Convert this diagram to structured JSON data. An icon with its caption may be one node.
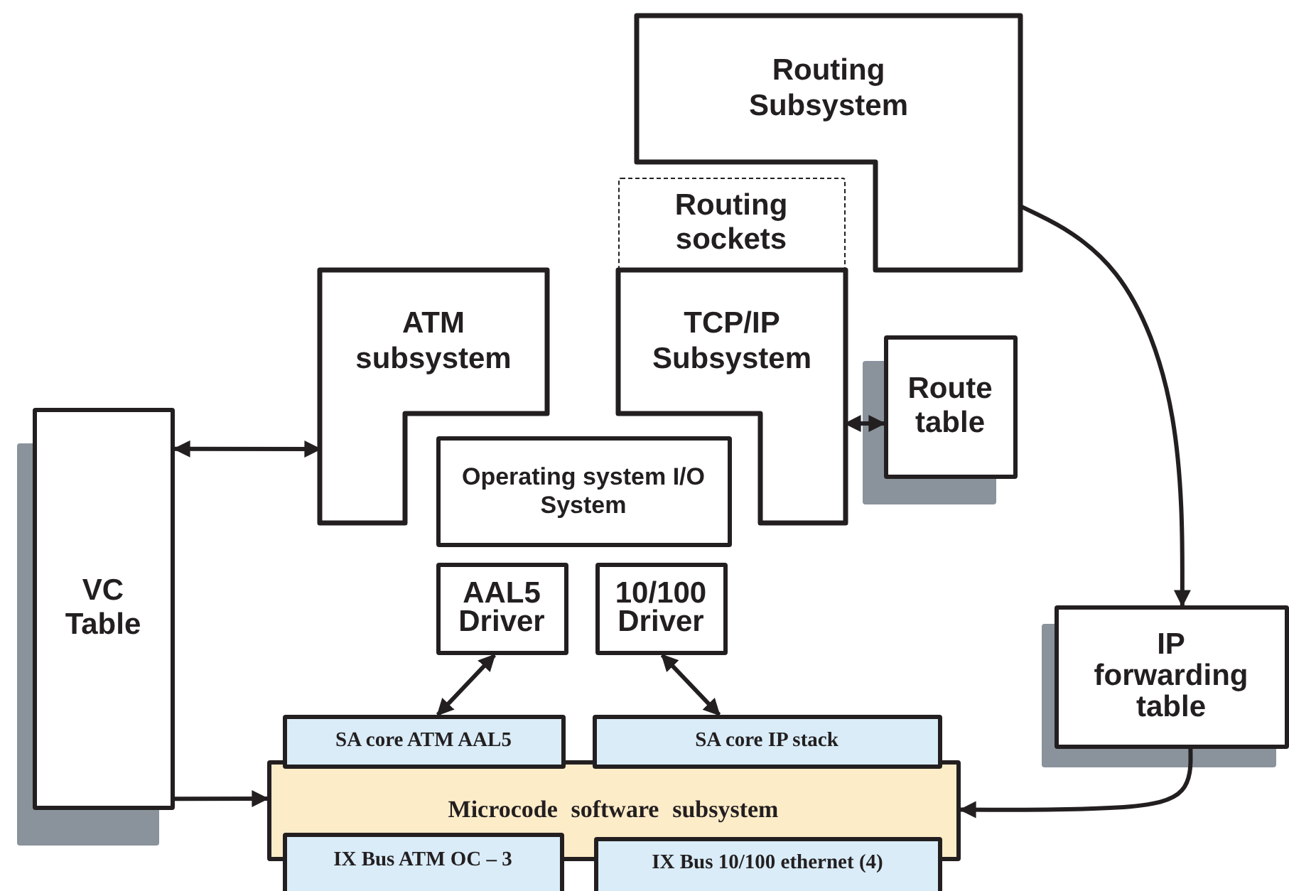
{
  "diagram": {
    "nodes": [
      {
        "text": [
          "Routing Subsystem"
        ]
      },
      {
        "text": [
          "Routing sockets"
        ]
      },
      {
        "text": [
          "ATM subsystem"
        ]
      },
      {
        "text": [
          "TCP/IP Subsystem"
        ]
      },
      {
        "text": [
          "Route table"
        ]
      },
      {
        "text": [
          "Operating system I/O System"
        ]
      },
      {
        "text": [
          "VC Table"
        ]
      },
      {
        "text": [
          "AAL5 Driver"
        ]
      },
      {
        "text": [
          "10/100 Driver"
        ]
      },
      {
        "text": [
          "IP forwarding table"
        ]
      },
      {
        "text": [
          "SA core ATM AAL5"
        ]
      },
      {
        "text": [
          "SA core IP stack"
        ]
      },
      {
        "text": [
          "Microcode software subsystem"
        ]
      },
      {
        "text": [
          "IX Bus ATM OC – 3"
        ]
      },
      {
        "text": [
          "IX Bus 10/100 ethernet (4)"
        ]
      }
    ],
    "edges": [
      {
        "from": 0,
        "to": 9,
        "arrow": "to"
      },
      {
        "from": 6,
        "to": 2,
        "arrow": "both"
      },
      {
        "from": 3,
        "to": 4,
        "arrow": "both"
      },
      {
        "from": 7,
        "to": 10,
        "arrow": "both"
      },
      {
        "from": 8,
        "to": 11,
        "arrow": "both"
      },
      {
        "from": 6,
        "to": 12,
        "arrow": "to"
      },
      {
        "from": 9,
        "to": 12,
        "arrow": "to"
      }
    ]
  }
}
